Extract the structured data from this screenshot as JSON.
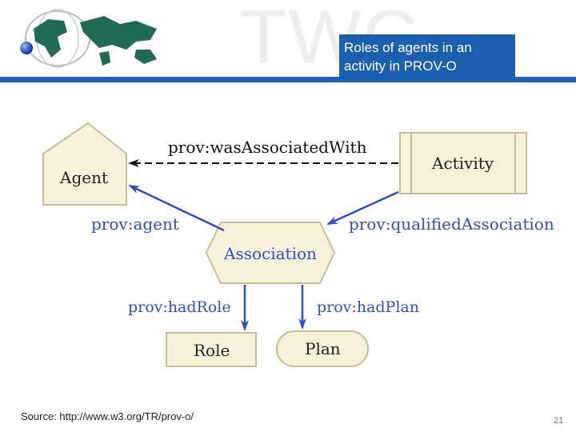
{
  "slide": {
    "watermark": "TWC",
    "title": "Roles of agents in an activity in PROV-O",
    "source": "Source: http://www.w3.org/TR/prov-o/",
    "page_number": "21"
  },
  "diagram": {
    "nodes": {
      "agent": "Agent",
      "activity": "Activity",
      "association": "Association",
      "role": "Role",
      "plan": "Plan"
    },
    "edges": {
      "was_associated_with": "prov:wasAssociatedWith",
      "agent": "prov:agent",
      "qualified_association": "prov:qualifiedAssociation",
      "had_role": "prov:hadRole",
      "had_plan": "prov:hadPlan"
    }
  },
  "colors": {
    "accent_blue": "#1c5fb0",
    "edge_blue": "#2a4fd0",
    "node_fill": "#f6f1d8",
    "node_stroke": "#c9bf93"
  }
}
